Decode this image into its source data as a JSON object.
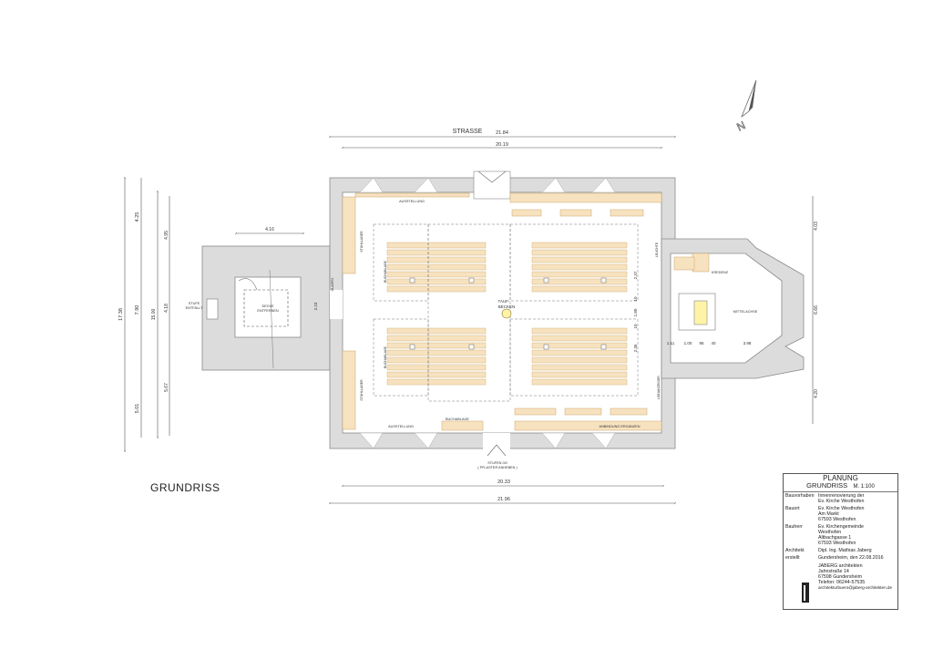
{
  "street_label": "STRASSE",
  "dimensions": {
    "top_outer": "21.84",
    "top_inner": "20.19",
    "bottom_inner": "20.33",
    "bottom_outer": "21.96",
    "left_total": "17.38",
    "left_top": "4.25",
    "left_mid": "7.90",
    "left_bottom": "5.01",
    "left_inner_a": "4.95",
    "left_inner_b": "15.00",
    "left_inner_c": "4.18",
    "left_inner_d": "5.67",
    "annex_width": "4.16",
    "annex_door": "2.23",
    "right_top": "4.03",
    "right_mid": "6.66",
    "right_bottom": "4.20",
    "aisle_1": "2.37",
    "aisle_2": "1.80",
    "aisle_3": "2.36",
    "aisle_gap_1": "10",
    "aisle_gap_2": "10",
    "chancel_1": "1.11",
    "chancel_2": "1.00",
    "chancel_3": "95",
    "chancel_4": "40",
    "chancel_5": "3.98"
  },
  "labels": {
    "ausstellung_top": "AUSSTELLUNG",
    "ausstellung_bottom": "AUSSTELLUNG",
    "stuhllager_top": "STUHLLAGER",
    "stuhllager_bottom": "STUHLLAGER",
    "buchablage_left_top": "BUCHABLAGE",
    "buchablage_left_bottom": "BUCHABLAGE",
    "buchablage_bottom": "BUCHABLAGE",
    "taufbecken_1": "TAUF-",
    "taufbecken_2": "BECKEN",
    "glasfix": "GLASFIX",
    "stufe_1": "STUFE",
    "stufe_2": "ENTFÄLLT",
    "annex_room_1": "DECKE",
    "annex_room_2": "ENTFERNEN",
    "entrance_1": "STUFEN 0/0",
    "entrance_2": "( PFLASTER ANHEBEN )",
    "anbindung": "ANBINDUNG ERGÄNZEN",
    "liedanzeiger": "LIEDANZEIGER",
    "leuchte": "LEUCHTE",
    "kredenz": "KREDENZ",
    "mittelachse": "MITTELACHSE"
  },
  "north_label": "N",
  "drawing_title": "GRUNDRISS",
  "titleblock": {
    "planung": "PLANUNG",
    "grundriss": "GRUNDRISS",
    "scale": "M. 1:100",
    "bauvorhaben_k": "Bauvorhaben",
    "bauvorhaben_v1": "Innenrenovierung der",
    "bauvorhaben_v2": "Ev. Kirche Westhofen",
    "bauort_k": "Bauort",
    "bauort_v1": "Ev. Kirche Westhofen",
    "bauort_v2": "Am Markt",
    "bauort_v3": "67593 Westhofen",
    "bauherr_k": "Bauherr",
    "bauherr_v1": "Ev. Kirchengemeinde",
    "bauherr_v2": "Westhofen",
    "bauherr_v3": "Altbachgasse 1",
    "bauherr_v4": "67593 Westhofen",
    "architekt_k": "Architekt",
    "architekt_v": "Dipl. Ing. Mathias Jaberg",
    "erstellt_k": "erstellt",
    "erstellt_v": "Gundersheim, den 22.08.2016",
    "office_1": "JABERG architekten",
    "office_2": "Jahnstraße 14",
    "office_3": "67598 Gundersheim",
    "office_4": "Telefon: 06244-57535",
    "office_5": "architekturbuero@jaberg-architekten.de"
  },
  "colors": {
    "wall": "#dcdcdc",
    "wall_stroke": "#8a8a8a",
    "furniture": "#f7e2bf",
    "furniture_stroke": "#c9a56a",
    "font_yellow": "#fff3a8"
  }
}
